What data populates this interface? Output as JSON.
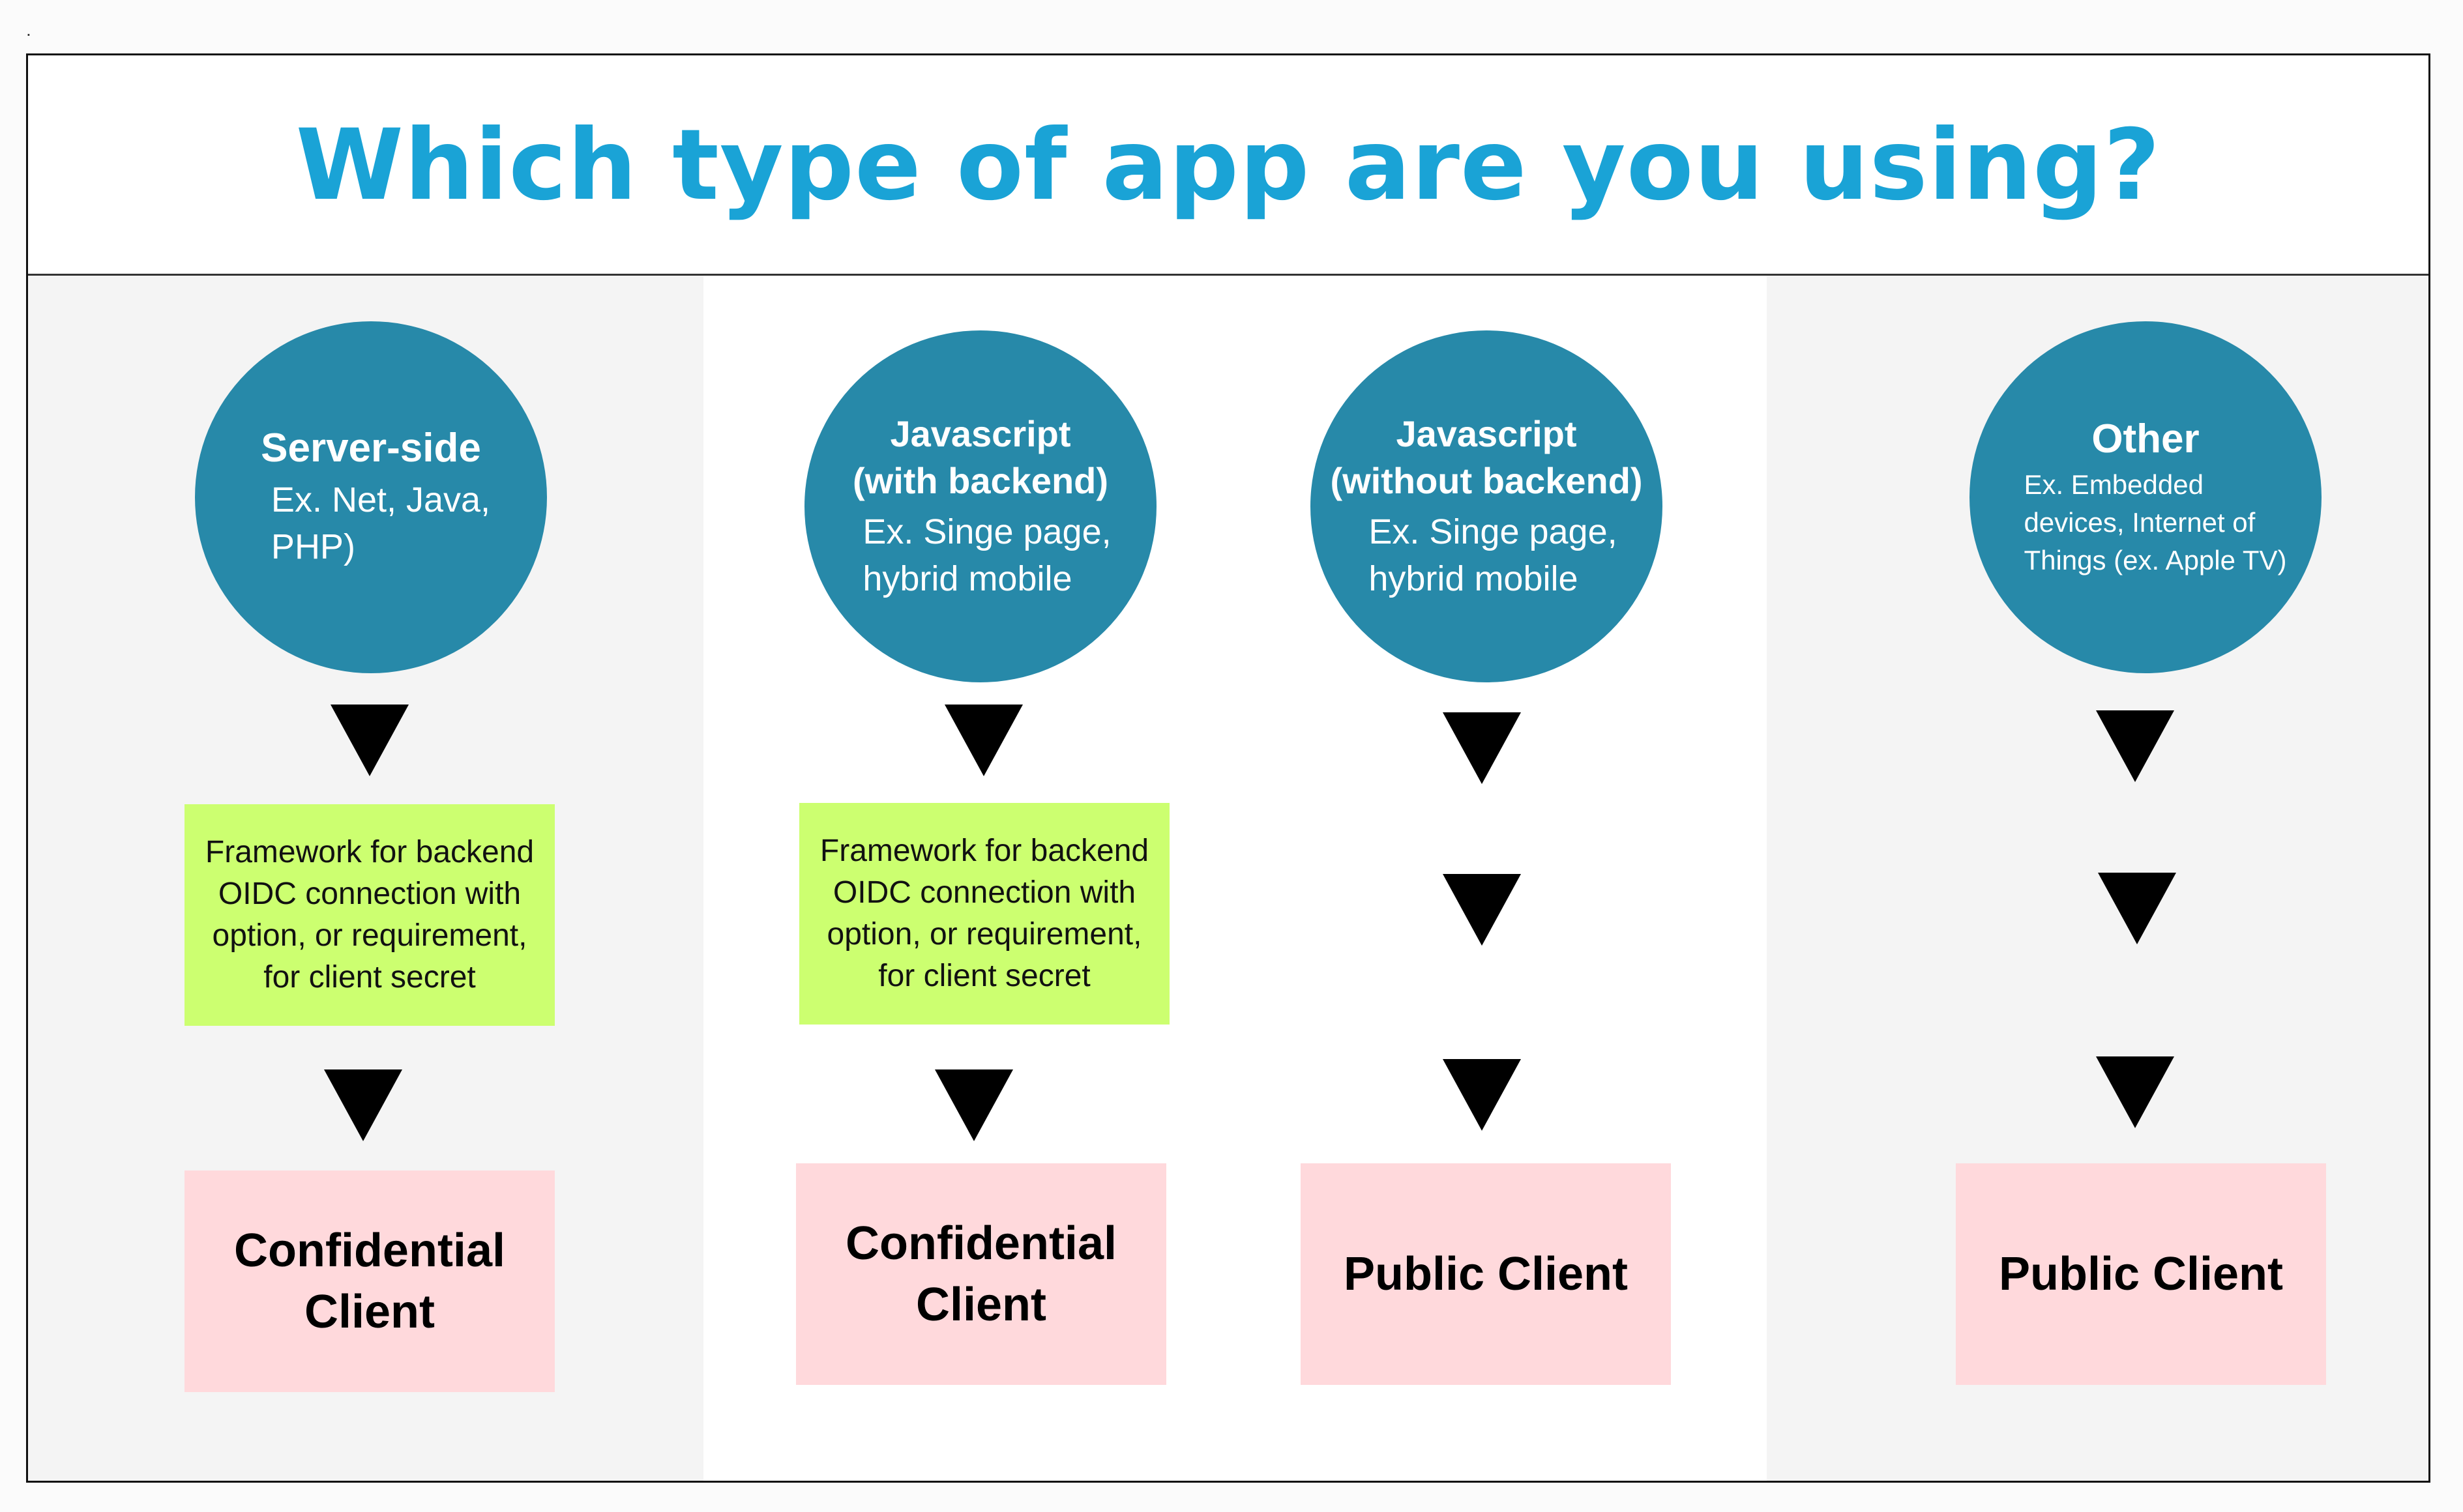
{
  "corner_mark": ".",
  "title": "Which type of app are you using?",
  "colors": {
    "title": "#1aa3d6",
    "circle": "#2789a9",
    "framework_box": "#ccff70",
    "client_box": "#ffd9dc",
    "arrow": "#000000",
    "side_band": "#f4f4f4"
  },
  "columns": [
    {
      "heading": "Server-side",
      "example": "Ex. Net, Java,\nPHP)",
      "framework": "Framework for backend\nOIDC connection with\noption, or requirement,\nfor client secret",
      "result": "Confidential\nClient"
    },
    {
      "heading": "Javascript\n(with backend)",
      "example": "Ex. Singe page,\nhybrid mobile",
      "framework": "Framework for backend\nOIDC connection with\noption, or requirement,\nfor client secret",
      "result": "Confidential\nClient"
    },
    {
      "heading": "Javascript\n(without backend)",
      "example": "Ex. Singe page,\nhybrid mobile",
      "result": "Public Client"
    },
    {
      "heading": "Other",
      "example": "Ex. Embedded\ndevices, Internet of\nThings (ex. Apple TV)",
      "result": "Public Client"
    }
  ]
}
